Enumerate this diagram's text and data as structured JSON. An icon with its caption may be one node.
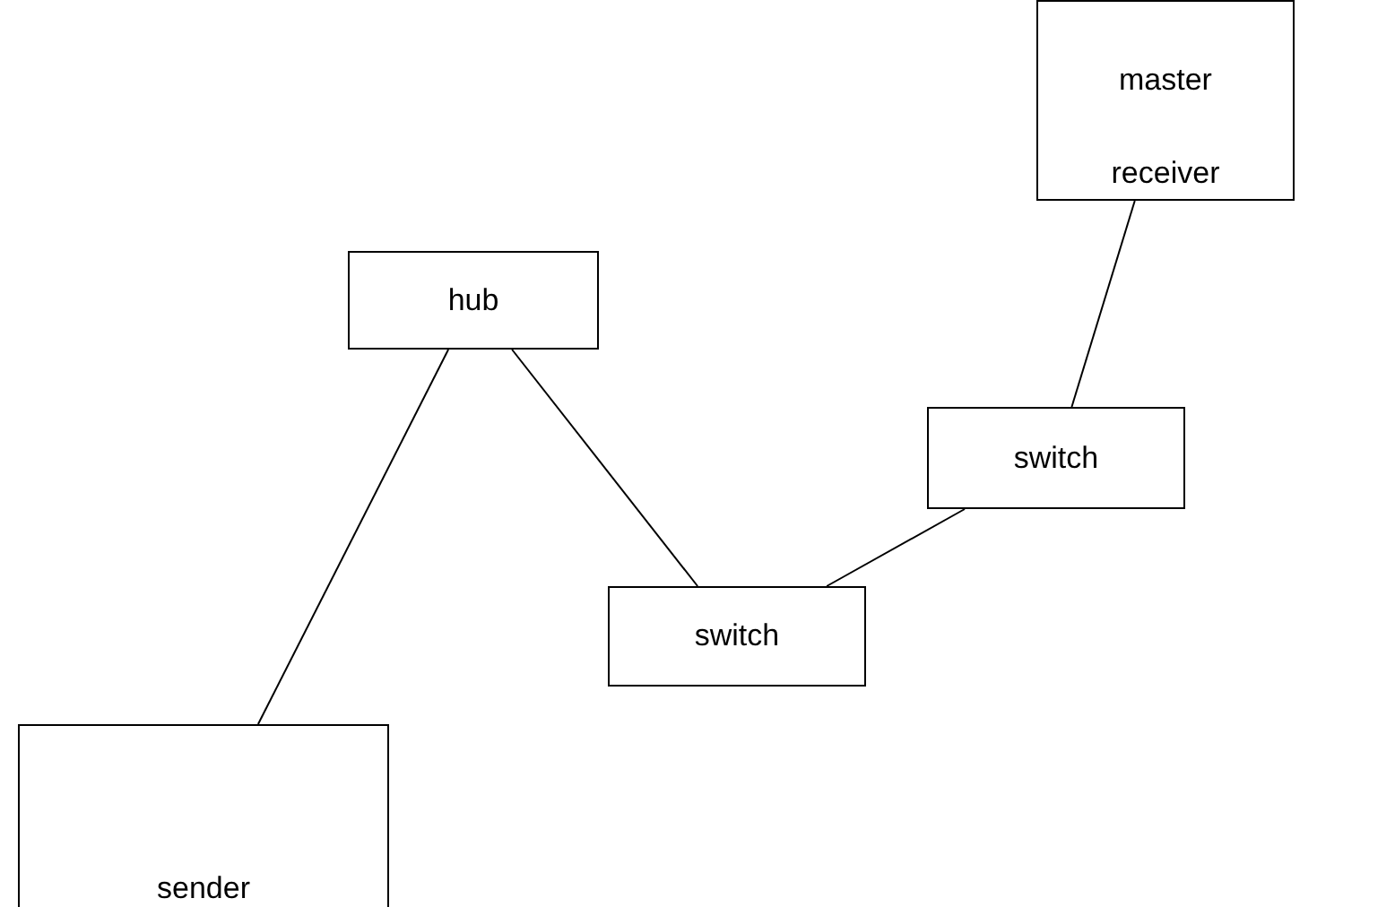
{
  "diagram": {
    "nodes": [
      {
        "text": [
          "master receiver"
        ]
      },
      {
        "text": [
          "hub"
        ]
      },
      {
        "text": [
          "switch"
        ]
      },
      {
        "text": [
          "switch"
        ]
      },
      {
        "text": [
          "sender"
        ]
      }
    ],
    "edges": [
      {
        "from": 1,
        "to": 4,
        "arrow": "none"
      },
      {
        "from": 1,
        "to": 3,
        "arrow": "none"
      },
      {
        "from": 3,
        "to": 2,
        "arrow": "none"
      },
      {
        "from": 2,
        "to": 0,
        "arrow": "none"
      }
    ]
  }
}
